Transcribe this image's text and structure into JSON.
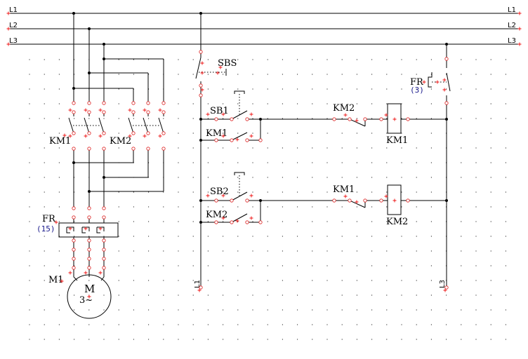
{
  "rails": {
    "left": [
      "L1",
      "L2",
      "L3"
    ],
    "right": [
      "L1",
      "L2",
      "L3"
    ]
  },
  "labels": {
    "sbs": "SBS",
    "sb1": "SB1",
    "sb2": "SB2",
    "km1_aux": "KM1",
    "km2_aux": "KM2",
    "km2_interlock": "KM2",
    "km1_interlock": "KM1",
    "coil_km1": "KM1",
    "coil_km2": "KM2",
    "main_km1": "KM1",
    "main_km2": "KM2",
    "fr_control": "FR",
    "fr_control_num": "(3)",
    "fr_thermal": "FR",
    "fr_thermal_num": "(15)",
    "motor_ref": "M1",
    "motor_letter": "M",
    "motor_phase": "3~",
    "ctrl_left_supply": "L1",
    "ctrl_right_supply": "L3"
  }
}
